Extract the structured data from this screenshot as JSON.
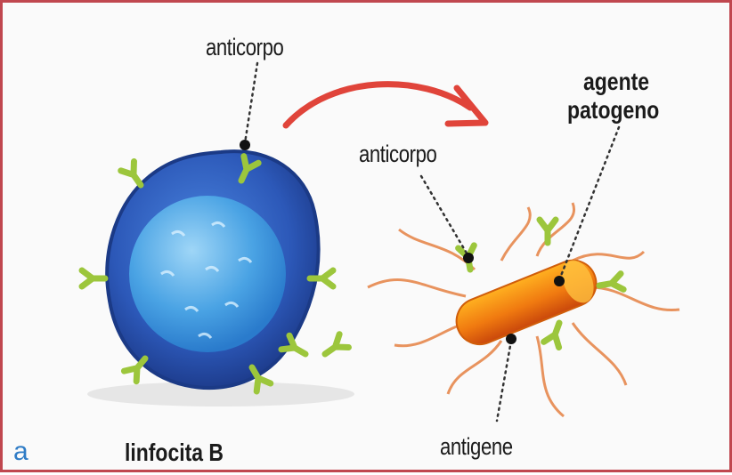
{
  "figure": {
    "letter": "a",
    "labels": {
      "lymphocyte": "linfocita B",
      "antibody_top": "anticorpo",
      "antibody_right": "anticorpo",
      "pathogen_line1": "agente",
      "pathogen_line2": "patogeno",
      "antigen": "antigene"
    },
    "colors": {
      "frame": "#c0474f",
      "lymphocyte": "#2f5fbf",
      "nucleus": "#3f9be0",
      "antibody": "#9cc63c",
      "pathogen": "#f07a10",
      "flagella": "#e8935e",
      "arrow": "#e0443a",
      "letter": "#2f7cc6"
    }
  }
}
